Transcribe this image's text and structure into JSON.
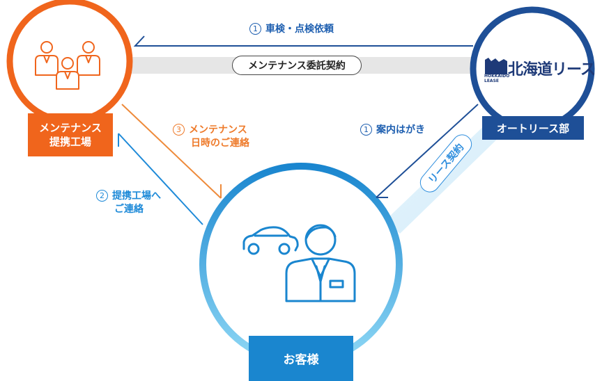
{
  "nodes": {
    "maintenance_factory": {
      "label_line1": "メンテナンス",
      "label_line2": "提携工場"
    },
    "auto_lease_dept": {
      "label": "オートリース部"
    },
    "customer": {
      "label": "お客様"
    }
  },
  "logo": {
    "text": "北海道リース",
    "subtext_line1": "HOKKAIDO",
    "subtext_line2": "LEASE"
  },
  "relations": {
    "maintenance_contract": "メンテナンス委託契約",
    "lease_contract": "リース契約"
  },
  "steps": {
    "inspection_request": {
      "number": "1",
      "text": "車検・点検依頼"
    },
    "postcard_notice": {
      "number": "1",
      "text": "案内はがき"
    },
    "contact_factory": {
      "number": "2",
      "line1": "提携工場へ",
      "line2": "ご連絡"
    },
    "schedule_contact": {
      "number": "3",
      "line1": "メンテナンス",
      "line2": "日時のご連絡"
    }
  },
  "colors": {
    "orange": "#f0651c",
    "navy": "#1e4f97",
    "blue": "#1a86cf",
    "light_blue": "#8fd8f5",
    "gray_band": "#e6e6e6"
  },
  "icons": {
    "maintenance": "people-group-icon",
    "customer": "car-and-person-icon"
  }
}
